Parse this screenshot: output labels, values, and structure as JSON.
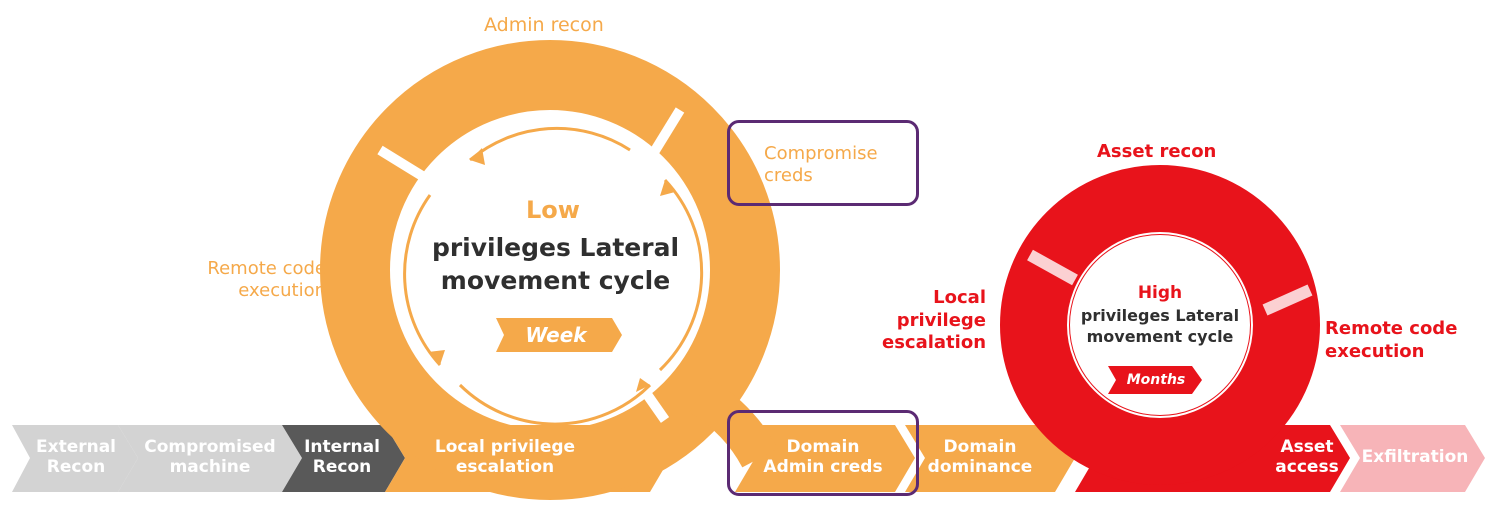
{
  "low_cycle": {
    "title_line1": "Low",
    "title_line2": "privileges Lateral\nmovement cycle",
    "duration": "Week",
    "steps": {
      "admin_recon": "Admin recon",
      "compromise_creds": "Compromise\ncreds",
      "remote_code_execution": "Remote code\nexecution"
    }
  },
  "high_cycle": {
    "title_line1": "High",
    "title_line2": "privileges Lateral\nmovement cycle",
    "duration": "Months",
    "steps": {
      "asset_recon": "Asset recon",
      "local_privilege_escalation": "Local\nprivilege\nescalation",
      "remote_code_execution": "Remote code\nexecution"
    }
  },
  "timeline": [
    "External\nRecon",
    "Compromised\nmachine",
    "Internal\nRecon",
    "Local privilege\nescalation",
    "Domain\nAdmin creds",
    "Domain\ndominance",
    "Asset\naccess",
    "Exfiltration"
  ],
  "colors": {
    "orange": "#f5a94a",
    "red": "#e8131b",
    "grey": "#d3d3d3",
    "dark_grey": "#595959",
    "pink": "#f7b4b8",
    "highlight_box": "#5b2a73"
  }
}
